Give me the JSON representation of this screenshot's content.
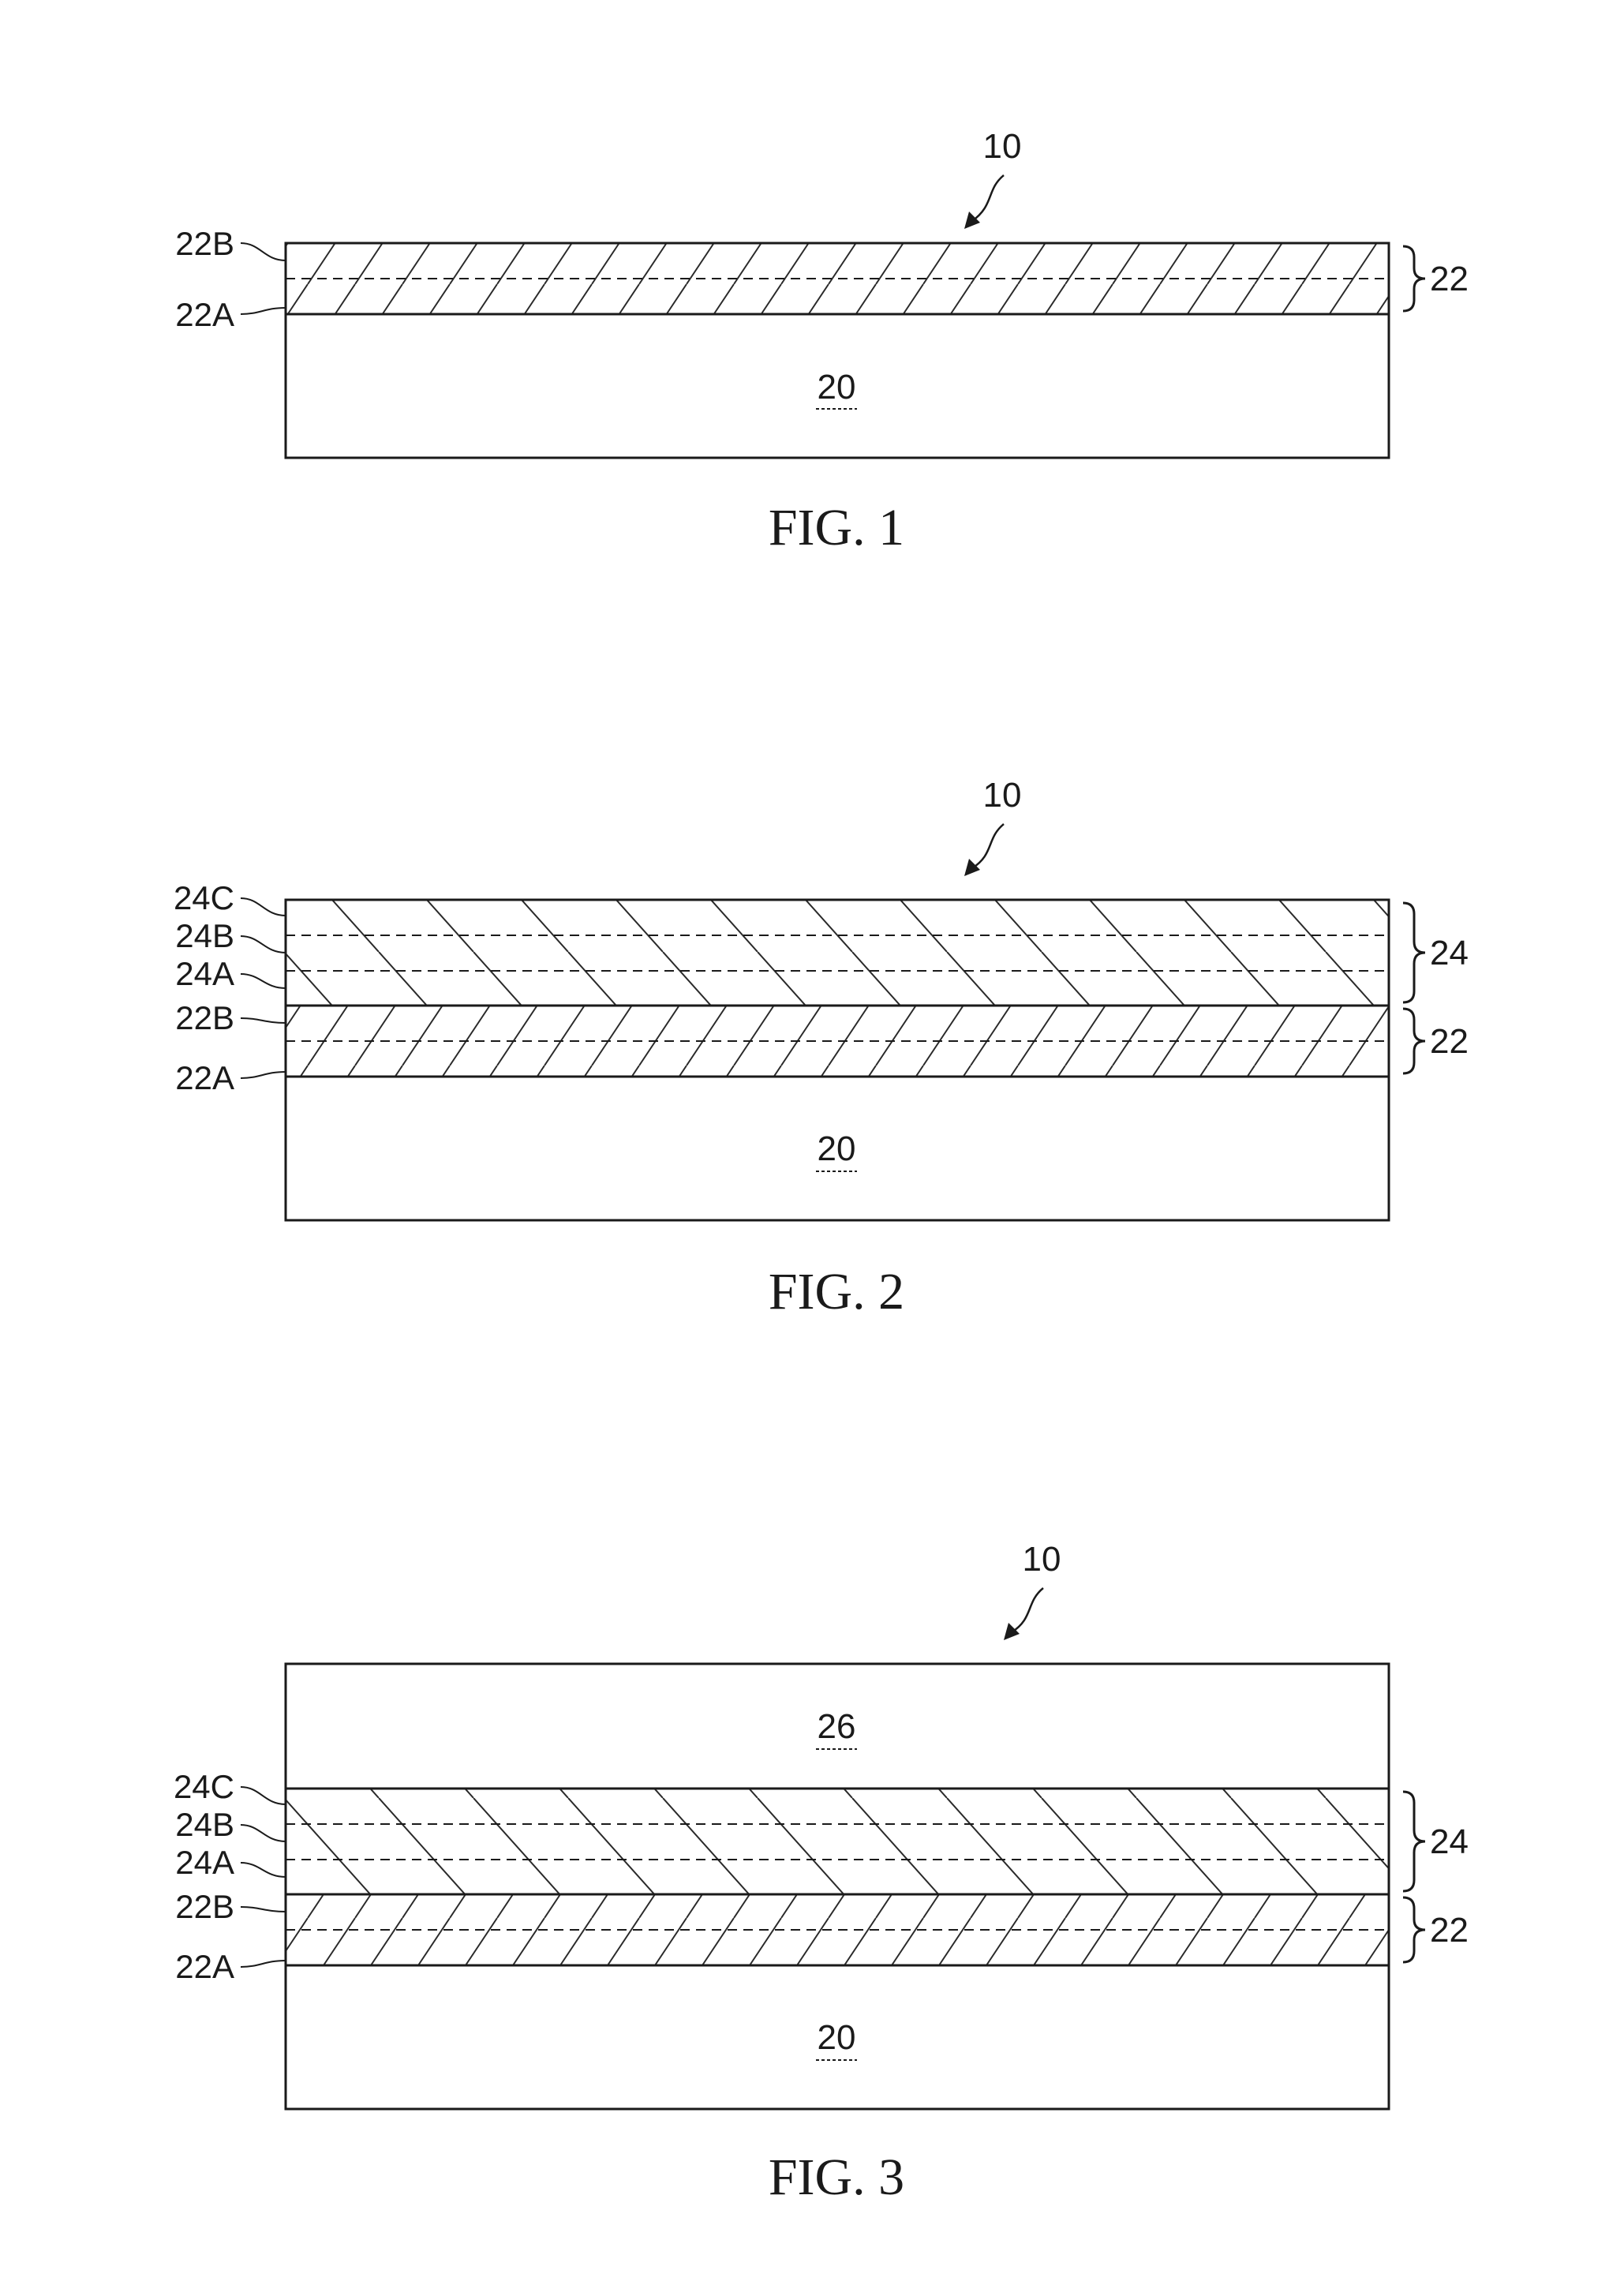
{
  "figures": [
    {
      "id": "fig1",
      "caption": "FIG. 1",
      "ref_assembly": "10",
      "ref_substrate": "20",
      "ref_top": null,
      "layer_labels": [
        "22B",
        "22A"
      ],
      "brace_labels": [
        "22"
      ]
    },
    {
      "id": "fig2",
      "caption": "FIG. 2",
      "ref_assembly": "10",
      "ref_substrate": "20",
      "ref_top": null,
      "layer_labels": [
        "24C",
        "24B",
        "24A",
        "22B",
        "22A"
      ],
      "brace_labels": [
        "24",
        "22"
      ]
    },
    {
      "id": "fig3",
      "caption": "FIG. 3",
      "ref_assembly": "10",
      "ref_substrate": "20",
      "ref_top": "26",
      "layer_labels": [
        "24C",
        "24B",
        "24A",
        "22B",
        "22A"
      ],
      "brace_labels": [
        "24",
        "22"
      ]
    }
  ]
}
